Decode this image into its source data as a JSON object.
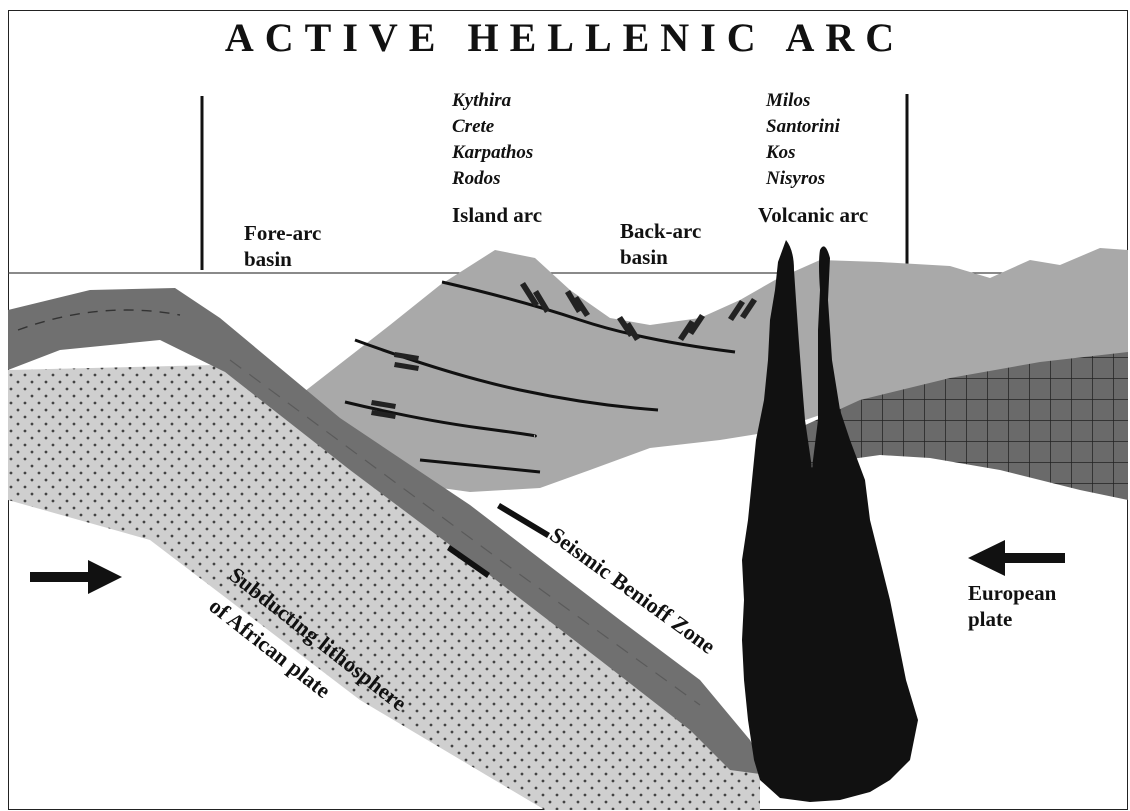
{
  "diagram": {
    "title": "ACTIVE HELLENIC ARC",
    "islands_island_arc": [
      "Kythira",
      "Crete",
      "Karpathos",
      "Rodos"
    ],
    "islands_volcanic_arc": [
      "Milos",
      "Santorini",
      "Kos",
      "Nisyros"
    ],
    "labels": {
      "fore_arc": [
        "Fore-arc",
        "basin"
      ],
      "island_arc": "Island arc",
      "back_arc": [
        "Back-arc",
        "basin"
      ],
      "volcanic_arc": "Volcanic arc",
      "benioff": "Seismic Benioff Zone",
      "subducting": [
        "Subducting lithosphere",
        "of African plate"
      ],
      "european": [
        "European",
        "plate"
      ]
    },
    "colors": {
      "crust_light": "#a9a9a9",
      "slab_dark": "#707070",
      "magma": "#111111",
      "dotted_lithosphere": "#cfcfcf",
      "grid_block": "#6a6a6a"
    }
  }
}
